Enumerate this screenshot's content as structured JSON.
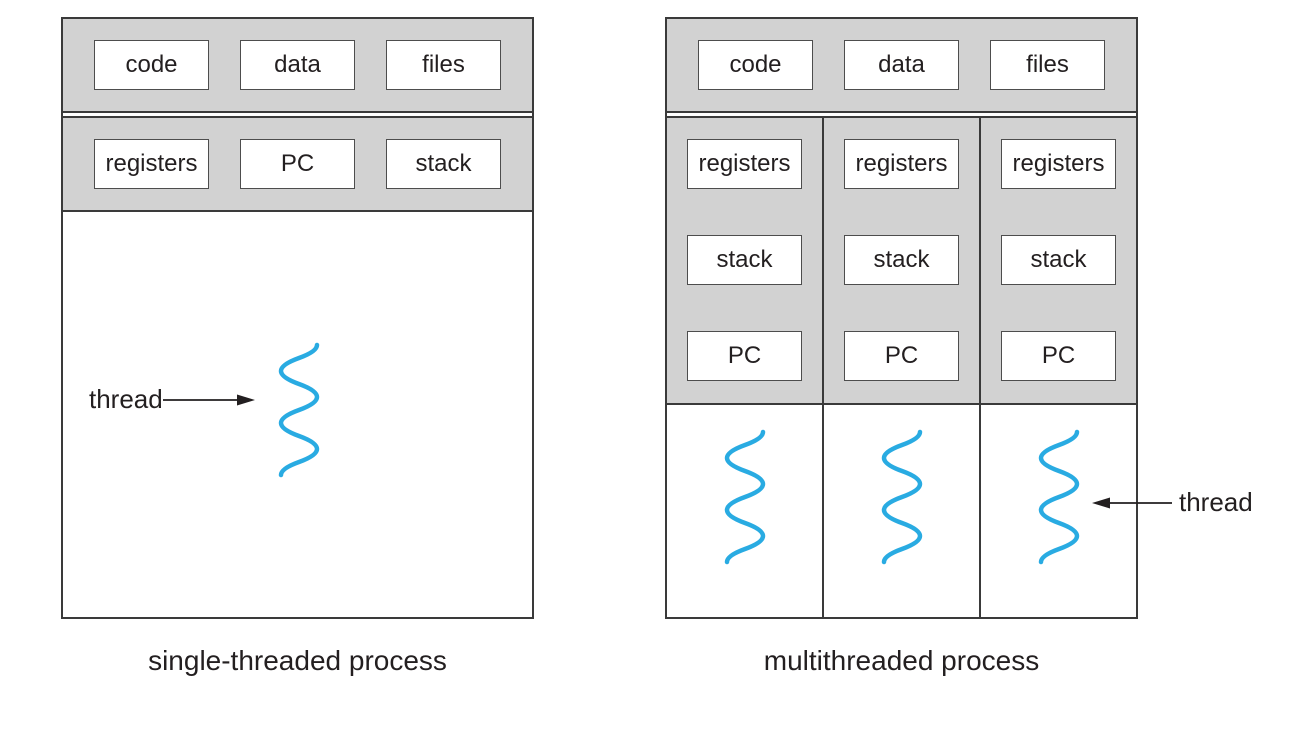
{
  "colors": {
    "band_gray": "#d2d2d2",
    "border_dark": "#3a3a3a",
    "box_border": "#4d4d4d",
    "thread_blue": "#29abe2",
    "text": "#231f20"
  },
  "left_diagram": {
    "caption": "single-threaded process",
    "top_row": [
      "code",
      "data",
      "files"
    ],
    "state_row": [
      "registers",
      "PC",
      "stack"
    ],
    "thread_label": "thread",
    "thread_count": 1
  },
  "right_diagram": {
    "caption": "multithreaded process",
    "top_row": [
      "code",
      "data",
      "files"
    ],
    "columns": [
      [
        "registers",
        "stack",
        "PC"
      ],
      [
        "registers",
        "stack",
        "PC"
      ],
      [
        "registers",
        "stack",
        "PC"
      ]
    ],
    "thread_label": "thread",
    "thread_count": 3
  }
}
